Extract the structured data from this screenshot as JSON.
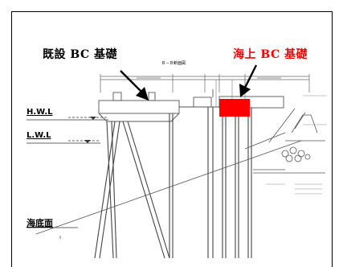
{
  "labels": {
    "existing": "既設 BC 基礎",
    "offshore": "海上 BC 基礎",
    "hwl": "H.W.L",
    "lwl": "L.W.L",
    "seabed": "海底面",
    "section_title": "Ｂ－Ｂ断面図"
  },
  "colors": {
    "red_accent": "#ff0000",
    "drawing_line": "#555555",
    "text": "#000000"
  }
}
